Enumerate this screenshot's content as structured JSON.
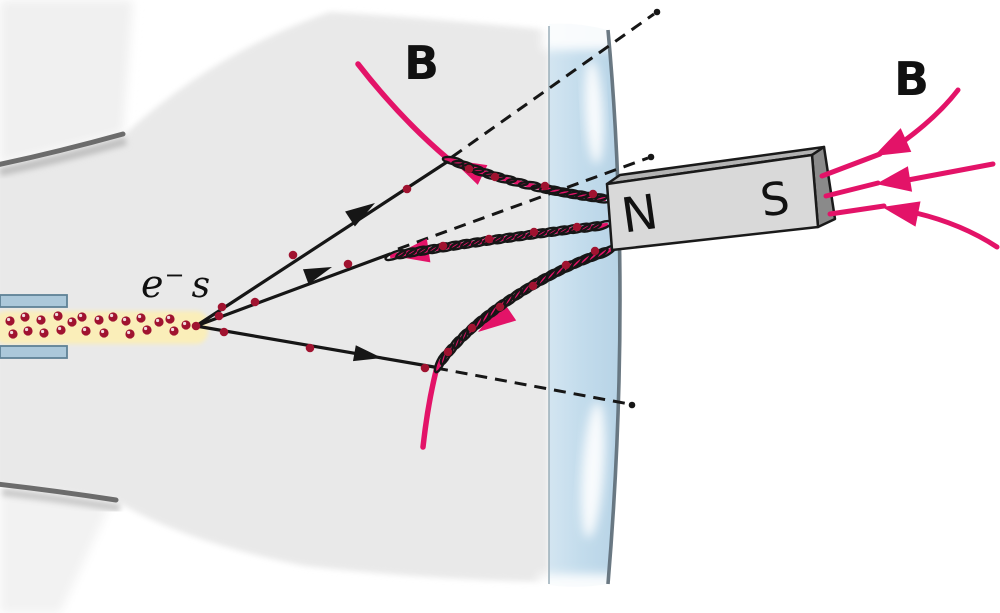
{
  "diagram": {
    "type": "physics-illustration",
    "description": "Cathode ray tube: electron beam deflected into spirals along magnetic field lines of a bar magnet held near the screen",
    "labels": {
      "field_left": "B",
      "field_right": "B",
      "electron_symbol": "e",
      "electron_charge": "−",
      "electron_plural": "s",
      "magnet_north": "N",
      "magnet_south": "S"
    },
    "colors": {
      "field_line_pink": "#e31368",
      "electron_dot": "#a01330",
      "electron_highlight": "#ffffff",
      "tube_body": "#e9e9e9",
      "tube_outline": "#6c6c6c",
      "beam_channel_yellow": "#faeeb9",
      "plate_blue": "#abc8da",
      "plate_border": "#5f8296",
      "screen_blue": "#c3dcec",
      "screen_edge": "#5e6e78",
      "magnet_front": "#d9d9d9",
      "magnet_top": "#b3b3b3",
      "magnet_end": "#8a8a8a",
      "line_black": "#161616"
    }
  }
}
